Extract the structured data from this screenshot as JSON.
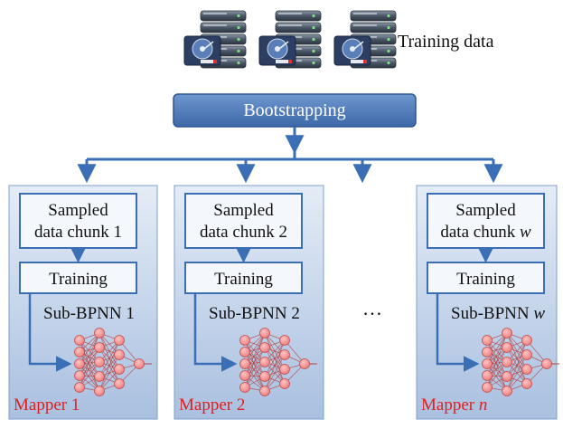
{
  "source": {
    "label": "Training data",
    "icon": "database-server-icon"
  },
  "process": {
    "label": "Bootstrapping"
  },
  "ellipsis": "…",
  "mappers": [
    {
      "chunk_line1": "Sampled",
      "chunk_line2_prefix": "data chunk ",
      "chunk_index": "1",
      "training_label": "Training",
      "model_prefix": "Sub-BPNN ",
      "model_index": "1",
      "mapper_prefix": "Mapper ",
      "mapper_index": "1",
      "index_italic": false
    },
    {
      "chunk_line1": "Sampled",
      "chunk_line2_prefix": "data chunk ",
      "chunk_index": "2",
      "training_label": "Training",
      "model_prefix": "Sub-BPNN ",
      "model_index": "2",
      "mapper_prefix": "Mapper ",
      "mapper_index": "2",
      "index_italic": false
    },
    {
      "chunk_line1": "Sampled",
      "chunk_line2_prefix": "data chunk ",
      "chunk_index": "w",
      "training_label": "Training",
      "model_prefix": "Sub-BPNN ",
      "model_index": "w",
      "mapper_prefix": "Mapper ",
      "mapper_index": "n",
      "index_italic": true
    }
  ],
  "colors": {
    "arrow": "#3a6fb6",
    "process_fill": "#4b78b8",
    "mapper_label": "#e02020",
    "neuron": "#f28b8b",
    "neuron_stroke": "#c05050",
    "synapse": "#b04040"
  }
}
